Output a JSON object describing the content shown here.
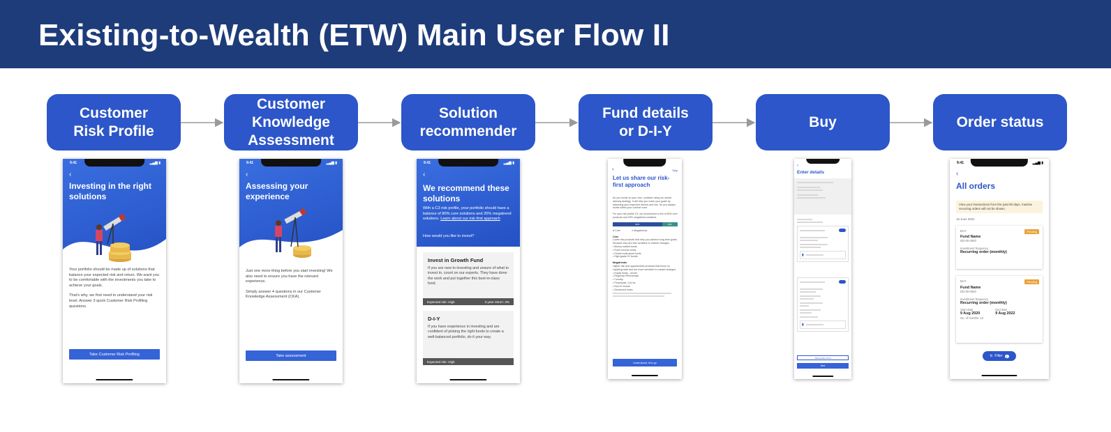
{
  "title": "Existing-to-Wealth (ETW) Main User Flow II",
  "steps": [
    {
      "label": "Customer\nRisk Profile"
    },
    {
      "label": "Customer\nKnowledge\nAssessment"
    },
    {
      "label": "Solution\nrecommender"
    },
    {
      "label": "Fund details\nor D-I-Y"
    },
    {
      "label": "Buy"
    },
    {
      "label": "Order status"
    }
  ],
  "screens": {
    "risk_profile": {
      "time": "9:41",
      "back": "‹",
      "title": "Investing in the right solutions",
      "para1": "Your portfolio should be made up of solutions that balance your expected risk and return. We want you to be comfortable with the investments you take to achieve your goals.",
      "para2": "That's why, we first need to understand your risk level. Answer 3 quick Customer Risk Profiling questions.",
      "cta": "Take Customer Risk Profiling"
    },
    "knowledge": {
      "time": "9:41",
      "back": "‹",
      "title": "Assessing your experience",
      "para1": "Just one more thing before you start investing! We also need to ensure you have the relevant experience.",
      "para2": "Simply answer 4 questions in our Customer Knowledge Assessment (CKA).",
      "cta": "Take assessment"
    },
    "recommender": {
      "time": "9:41",
      "back": "‹",
      "title": "We recommend these solutions",
      "intro": "With a C3 risk profile, your portfolio should have a balance of 80% core solutions and 20% megatrend solutions.",
      "intro_link": "Learn about our risk-first approach",
      "question": "How would you like to invest?",
      "card1_title": "Invest in Growth Fund",
      "card1_body": "If you are new to investing and unsure of what to invest in, count on our experts. They have done the work and put together this best-in-class fund.",
      "card1_risk": "Expected risk: High",
      "card1_return": "3-year return: 3%",
      "card2_title": "D-I-Y",
      "card2_body": "If you have experience in investing and are confident of picking the right funds to create a well-balanced portfolio, do it your way.",
      "card2_risk": "Expected risk: High"
    },
    "fund_details": {
      "back": "‹",
      "skip": "Skip",
      "title": "Let us share our risk-first approach",
      "p1": "As you invest on your own, consider using our award winning strategy. It will help you reach your goals by balancing your expected returns and risk. So you always invest within your comfort zone.",
      "p2": "For your risk profile C3, we recommend a mix of 80% core products and 20% megatrend solutions.",
      "bar_a": "80%",
      "bar_b": "20%",
      "legend_a": "Core",
      "legend_b": "Megatrends",
      "core_h": "Core",
      "core_t": "Lower risk products that help you achieve long term goals because they are less sensitive to market changes.",
      "core_items": [
        "Money market funds",
        "Fixed income funds",
        "Global multi-asset funds",
        "High-grade IG bonds"
      ],
      "mega_h": "Megatrends",
      "mega_t": "Higher risk and opportunistic products that focus on capital growth and are more sensitive to market changes.",
      "mega_items": [
        "Equity funds - sector",
        "Regional PE/Inverstpt",
        "Country",
        "Perpetuals, CoCos",
        "Non-IG bonds",
        "Structured notes"
      ],
      "cta": "Understand, let's go"
    },
    "buy": {
      "title": "Enter details",
      "cta_outline": "Add another fund",
      "cta": "Next"
    },
    "orders": {
      "time": "9:41",
      "back": "‹",
      "title": "All orders",
      "notice": "View your transactions from the past 90 days. Inactive recurring orders will not be shown.",
      "date": "16 June 2021",
      "o1_type": "BUY",
      "o1_status": "Pending",
      "o1_name": "Fund Name",
      "o1_code": "DD-00-0000",
      "o1_freq_l": "Investment frequency",
      "o1_freq_v": "Recurring order (monthly)",
      "o2_type": "BUY",
      "o2_status": "Pending",
      "o2_name": "Fund Name",
      "o2_code": "DD-00-0000",
      "o2_freq_l": "Investment frequency",
      "o2_freq_v": "Recurring order (monthly)",
      "o2_start_l": "Start date",
      "o2_start_v": "9 Aug 2020",
      "o2_end_l": "End date",
      "o2_end_v": "9 Aug 2022",
      "o2_months": "No. of months: 24",
      "filter": "Filter",
      "filter_count": "1"
    }
  },
  "colors": {
    "banner": "#1e3c7a",
    "step": "#2c56c9",
    "arrow": "#9a9a9a",
    "pending": "#e8a33a"
  }
}
